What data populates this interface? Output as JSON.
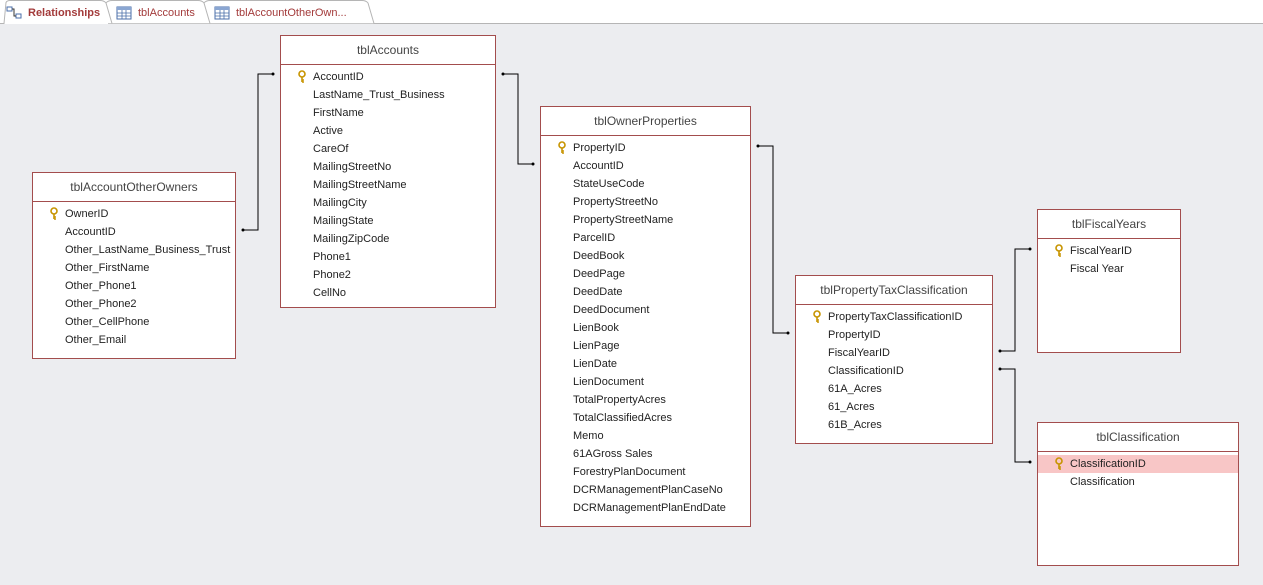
{
  "tabs": [
    {
      "label": "Relationships",
      "icon": "relationships-icon",
      "active": true
    },
    {
      "label": "tblAccounts",
      "icon": "table-icon",
      "active": false
    },
    {
      "label": "tblAccountOtherOwn...",
      "icon": "table-icon",
      "active": false
    }
  ],
  "tables": {
    "accountOtherOwners": {
      "title": "tblAccountOtherOwners",
      "fields": [
        "OwnerID",
        "AccountID",
        "Other_LastName_Business_Trust",
        "Other_FirstName",
        "Other_Phone1",
        "Other_Phone2",
        "Other_CellPhone",
        "Other_Email"
      ]
    },
    "accounts": {
      "title": "tblAccounts",
      "fields": [
        "AccountID",
        "LastName_Trust_Business",
        "FirstName",
        "Active",
        "CareOf",
        "MailingStreetNo",
        "MailingStreetName",
        "MailingCity",
        "MailingState",
        "MailingZipCode",
        "Phone1",
        "Phone2",
        "CellNo"
      ]
    },
    "ownerProperties": {
      "title": "tblOwnerProperties",
      "fields": [
        "PropertyID",
        "AccountID",
        "StateUseCode",
        "PropertyStreetNo",
        "PropertyStreetName",
        "ParcelID",
        "DeedBook",
        "DeedPage",
        "DeedDate",
        "DeedDocument",
        "LienBook",
        "LienPage",
        "LienDate",
        "LienDocument",
        "TotalPropertyAcres",
        "TotalClassifiedAcres",
        "Memo",
        "61AGross Sales",
        "ForestryPlanDocument",
        "DCRManagementPlanCaseNo",
        "DCRManagementPlanEndDate"
      ]
    },
    "propertyTaxClassification": {
      "title": "tblPropertyTaxClassification",
      "fields": [
        "PropertyTaxClassificationID",
        "PropertyID",
        "FiscalYearID",
        "ClassificationID",
        "61A_Acres",
        "61_Acres",
        "61B_Acres"
      ]
    },
    "fiscalYears": {
      "title": "tblFiscalYears",
      "fields": [
        "FiscalYearID",
        "Fiscal Year"
      ]
    },
    "classification": {
      "title": "tblClassification",
      "fields": [
        "ClassificationID",
        "Classification"
      ]
    }
  },
  "colors": {
    "border": "#a34d4d",
    "selected_row": "#f8c6c6",
    "background": "#ecedf0",
    "key_icon": "#d9a400"
  }
}
